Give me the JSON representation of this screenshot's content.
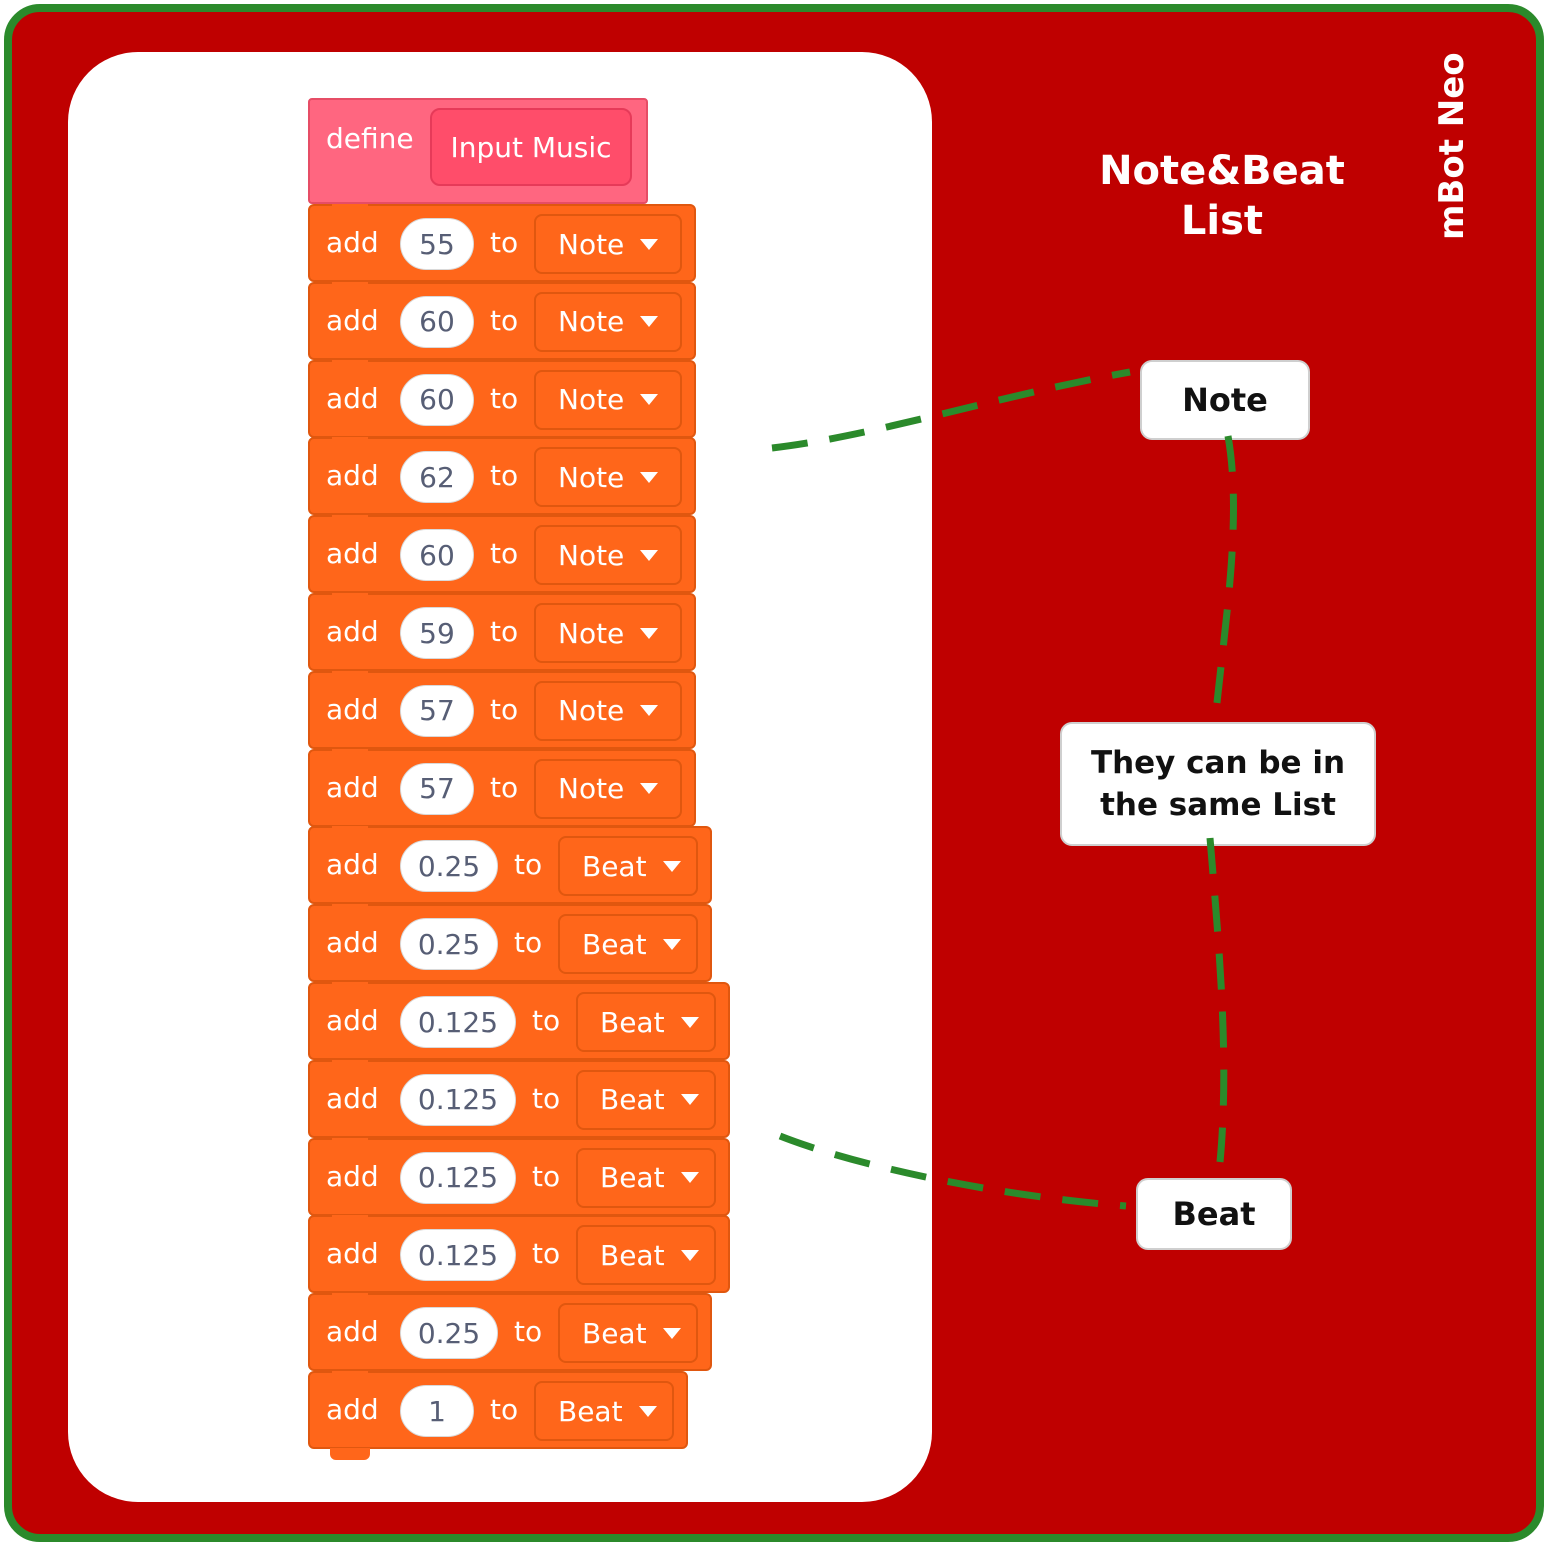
{
  "brand": "mBot Neo",
  "heading": {
    "line1": "Note&Beat",
    "line2": "List"
  },
  "callouts": {
    "note": "Note",
    "beat": "Beat",
    "same_line1": "They can be in",
    "same_line2": "the same List"
  },
  "define_block": {
    "keyword": "define",
    "name": "Input Music"
  },
  "add_keyword": "add",
  "to_keyword": "to",
  "blocks": [
    {
      "value": "55",
      "list": "Note"
    },
    {
      "value": "60",
      "list": "Note"
    },
    {
      "value": "60",
      "list": "Note"
    },
    {
      "value": "62",
      "list": "Note"
    },
    {
      "value": "60",
      "list": "Note"
    },
    {
      "value": "59",
      "list": "Note"
    },
    {
      "value": "57",
      "list": "Note"
    },
    {
      "value": "57",
      "list": "Note"
    },
    {
      "value": "0.25",
      "list": "Beat"
    },
    {
      "value": "0.25",
      "list": "Beat"
    },
    {
      "value": "0.125",
      "list": "Beat"
    },
    {
      "value": "0.125",
      "list": "Beat"
    },
    {
      "value": "0.125",
      "list": "Beat"
    },
    {
      "value": "0.125",
      "list": "Beat"
    },
    {
      "value": "0.25",
      "list": "Beat"
    },
    {
      "value": "1",
      "list": "Beat"
    }
  ],
  "colors": {
    "background": "#bf0000",
    "border": "#2b8a2b",
    "block": "#ff661a",
    "define_block": "#ff6680",
    "connector": "#2b8a2b"
  }
}
